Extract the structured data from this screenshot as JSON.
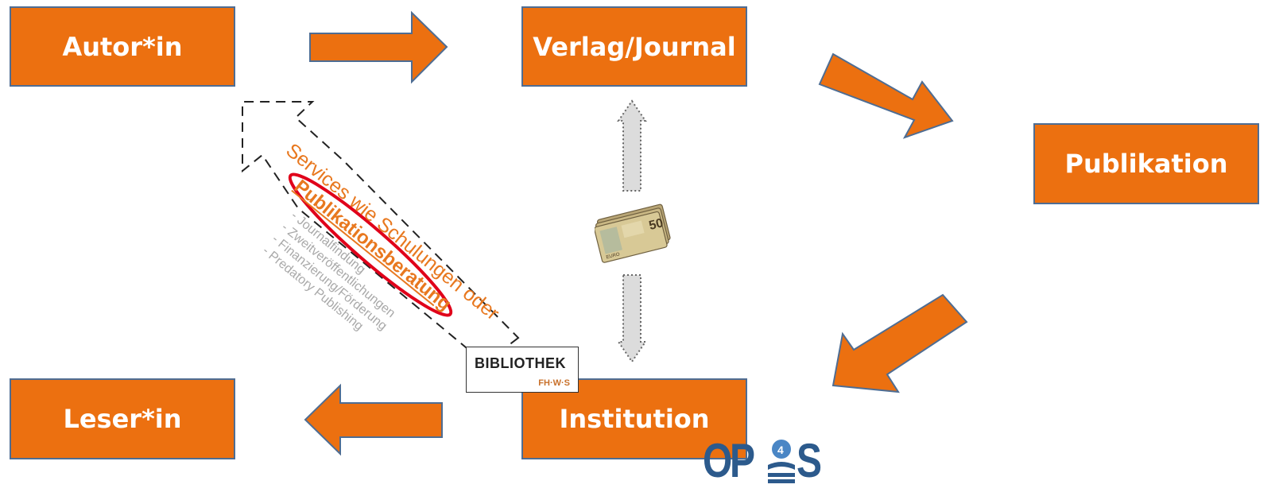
{
  "boxes": {
    "autor": "Autor*in",
    "verlag": "Verlag/Journal",
    "publikation": "Publikation",
    "leser": "Leser*in",
    "institution": "Institution"
  },
  "services": {
    "heading": "Services wie Schulungen oder",
    "highlight": "Publikationsberatung",
    "items": [
      "- Journalfindung",
      "- Zweitveröffentlichungen",
      "- Finanzierung/Förderung",
      "- Predatory Publishing"
    ]
  },
  "bibliothek_logo": {
    "title": "BIBLIOTHEK",
    "subtitle": "FH·W·S"
  },
  "money": {
    "denomination": "50",
    "currency": "EURO"
  },
  "opus_logo": {
    "o": "O",
    "p": "P",
    "s": "S"
  },
  "colors": {
    "box_fill": "#ec7010",
    "box_border": "#4e6d93",
    "highlight_oval": "#e0001a",
    "services_text": "#e8781f",
    "list_text": "#a9a9a9",
    "opus_blue": "#2c5a8c"
  }
}
